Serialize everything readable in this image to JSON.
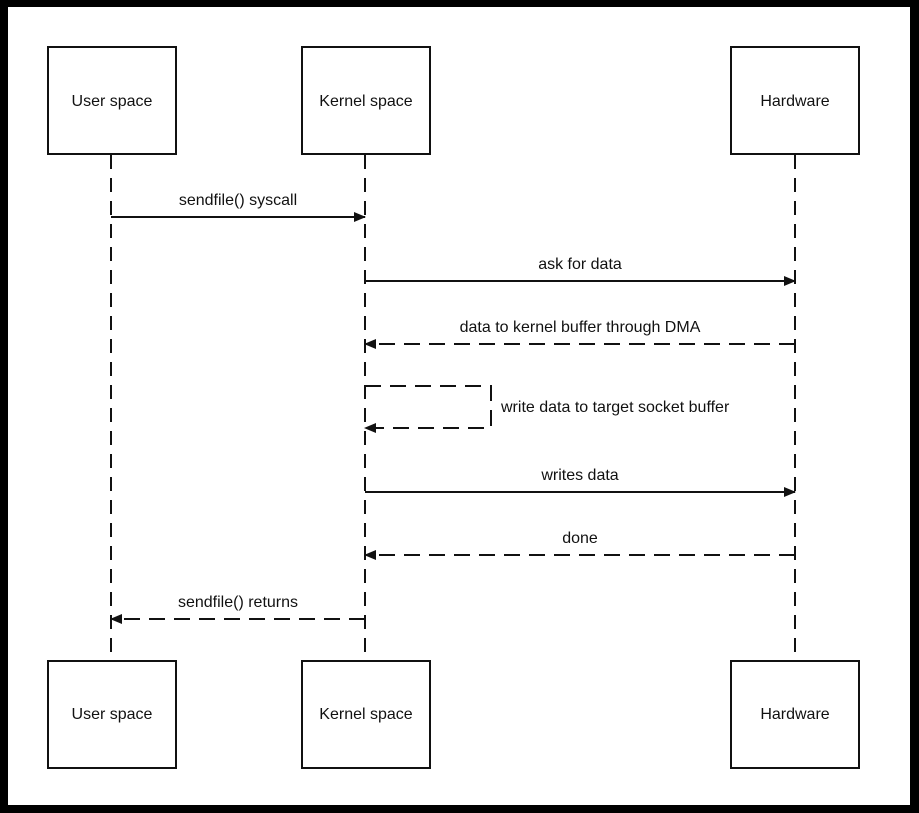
{
  "diagram": {
    "participants": [
      {
        "id": "user",
        "label": "User space"
      },
      {
        "id": "kernel",
        "label": "Kernel space"
      },
      {
        "id": "hardware",
        "label": "Hardware"
      }
    ],
    "messages": [
      {
        "label": "sendfile() syscall",
        "from": "user",
        "to": "kernel",
        "style": "solid"
      },
      {
        "label": "ask for data",
        "from": "kernel",
        "to": "hardware",
        "style": "solid"
      },
      {
        "label": "data to kernel buffer through DMA",
        "from": "hardware",
        "to": "kernel",
        "style": "dashed"
      },
      {
        "label": "write data to target socket buffer",
        "from": "kernel",
        "to": "kernel",
        "style": "dashed"
      },
      {
        "label": "writes data",
        "from": "kernel",
        "to": "hardware",
        "style": "solid"
      },
      {
        "label": "done",
        "from": "hardware",
        "to": "kernel",
        "style": "dashed"
      },
      {
        "label": "sendfile() returns",
        "from": "kernel",
        "to": "user",
        "style": "dashed"
      }
    ]
  },
  "colors": {
    "line": "#111111",
    "background": "#ffffff",
    "border": "#000000"
  }
}
